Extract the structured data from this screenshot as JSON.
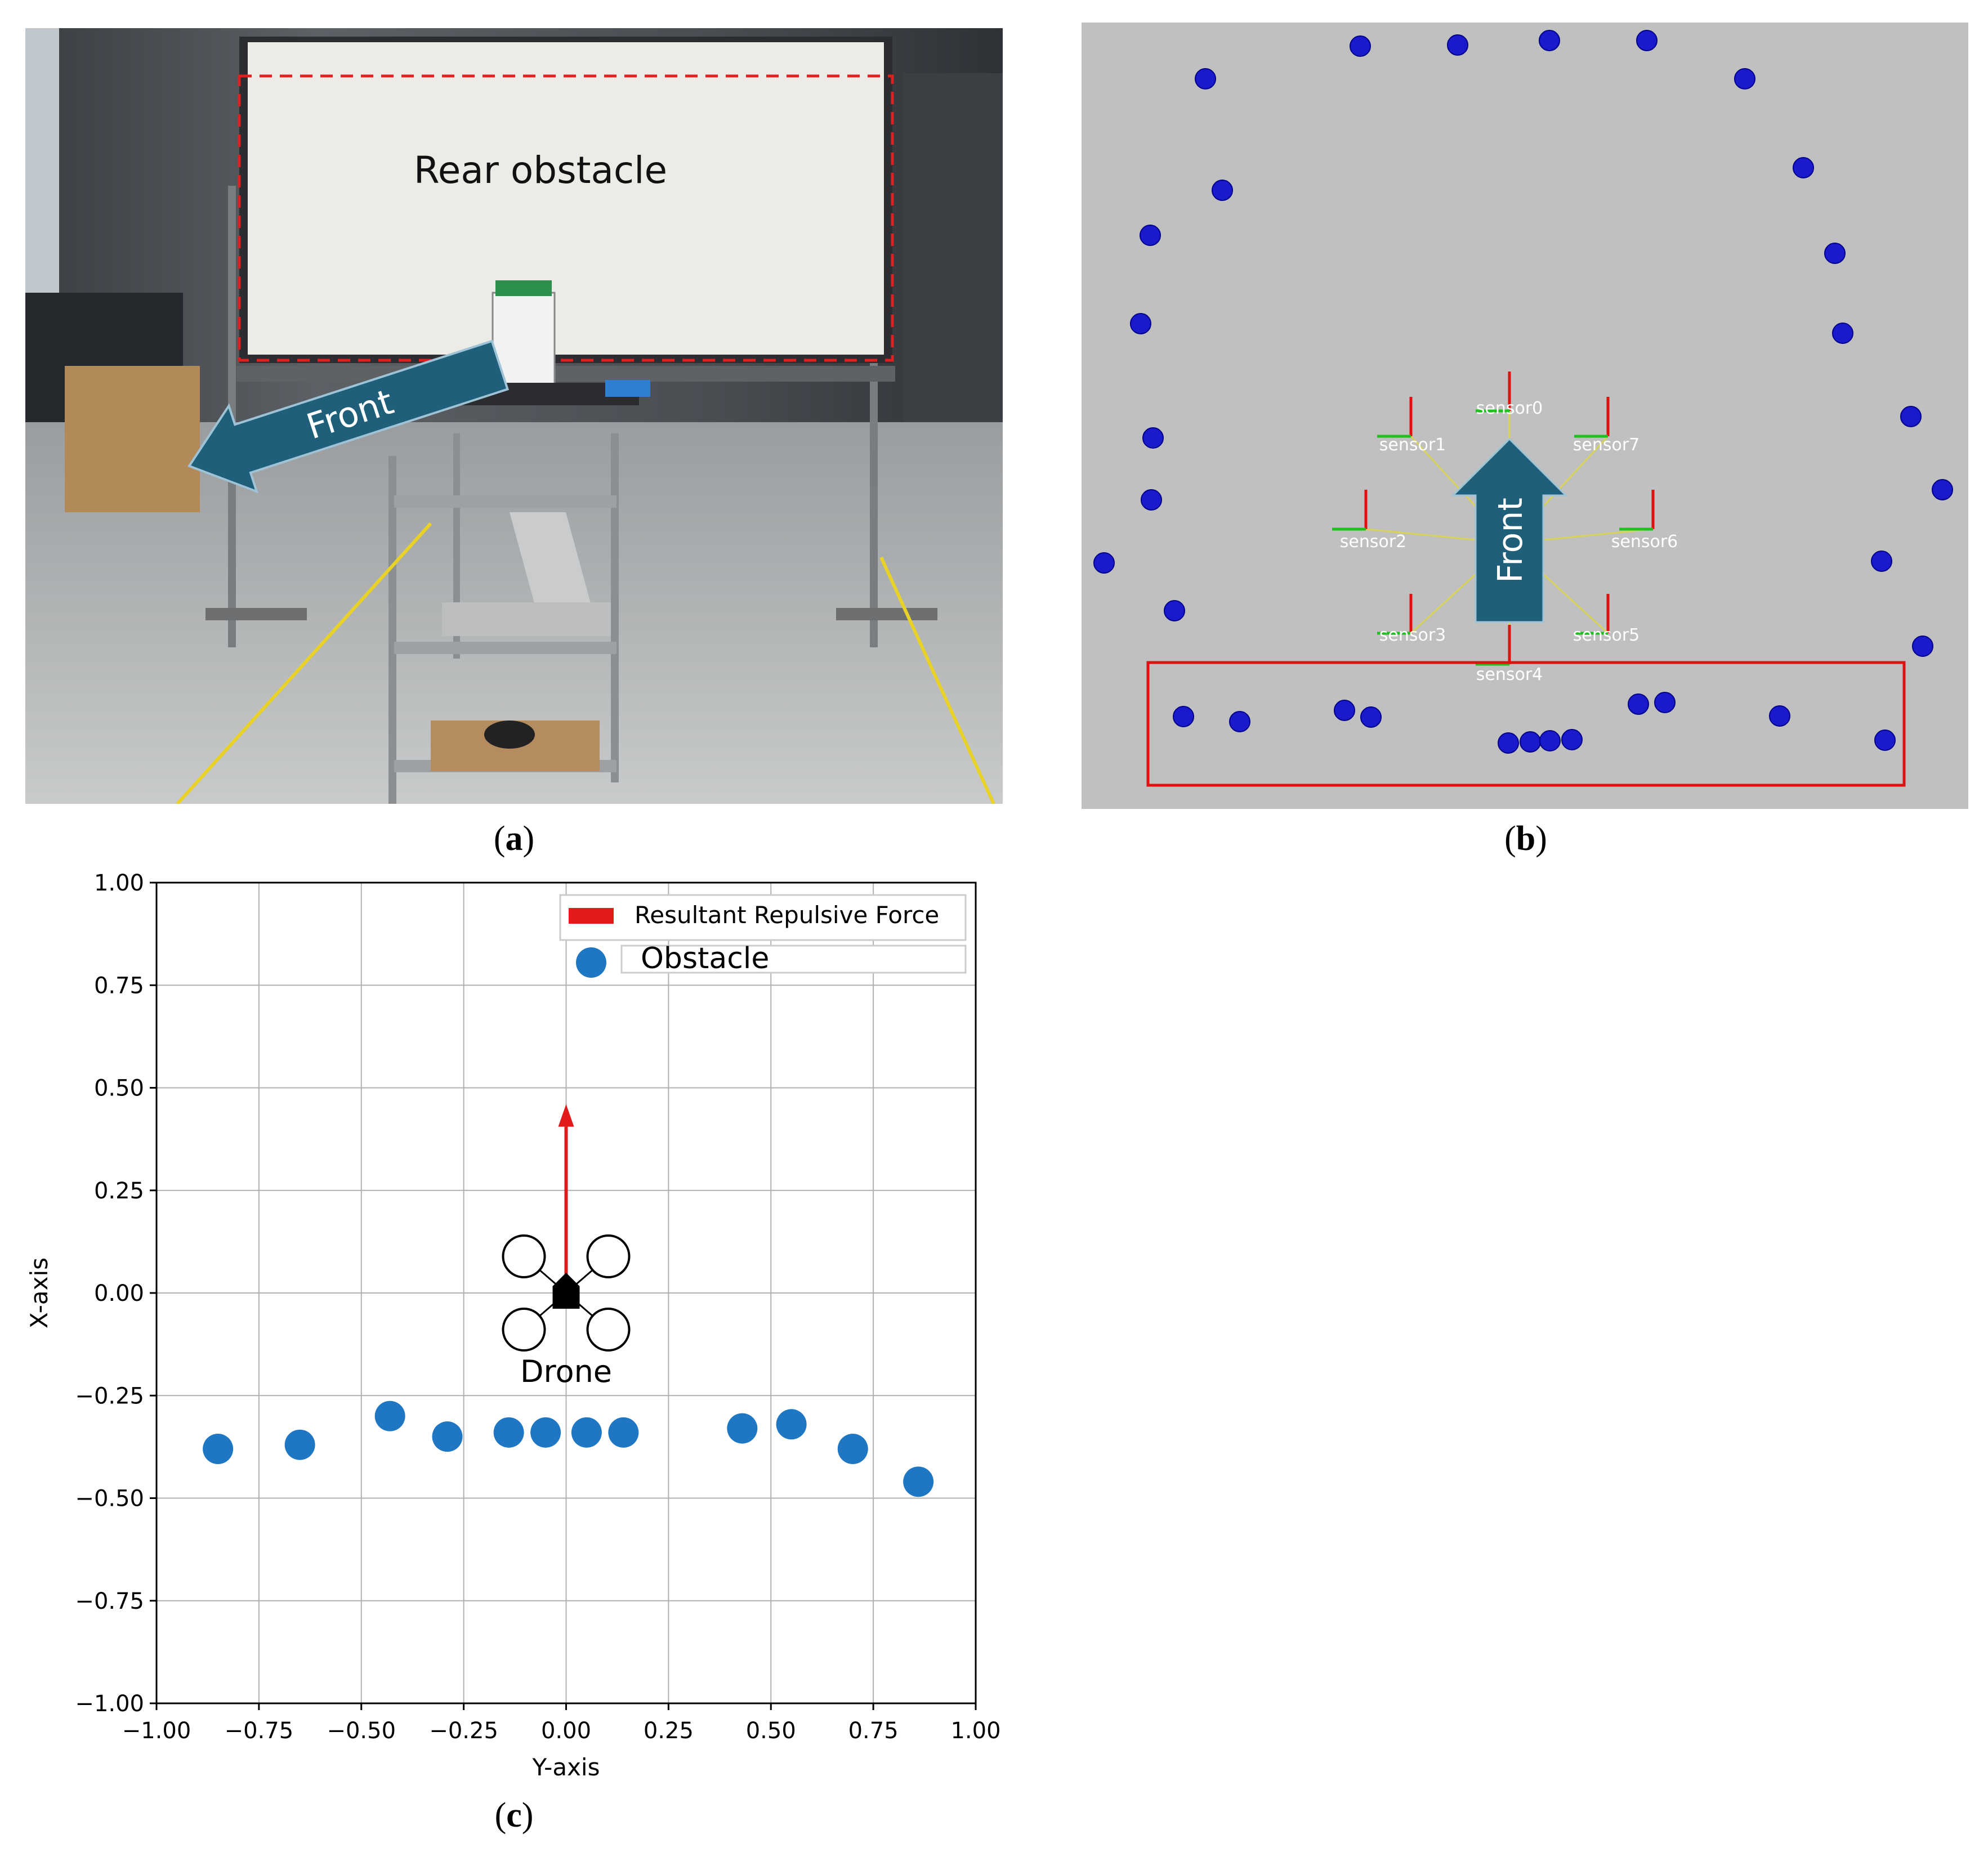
{
  "panel_a": {
    "caption_letter": "a",
    "photo_label": "Rear obstacle",
    "arrow_label": "Front",
    "colors": {
      "dashed_box": "#e02020",
      "arrow": "#1f5f7a"
    }
  },
  "panel_b": {
    "caption_letter": "b",
    "arrow_label": "Front",
    "sensors": [
      "sensor0",
      "sensor1",
      "sensor2",
      "sensor3",
      "sensor4",
      "sensor5",
      "sensor6",
      "sensor7"
    ],
    "colors": {
      "background": "#c0c0c0",
      "points": "#1a1acc",
      "highlight_box": "#e01010",
      "arrow": "#1f5f7a"
    }
  },
  "panel_c": {
    "caption_letter": "c",
    "drone_label": "Drone"
  },
  "chart_data": {
    "type": "scatter",
    "title": "",
    "xlabel": "Y-axis",
    "ylabel": "X-axis",
    "xlim": [
      -1.0,
      1.0
    ],
    "ylim": [
      -1.0,
      1.0
    ],
    "xticks": [
      "−1.00",
      "−0.75",
      "−0.50",
      "−0.25",
      "0.00",
      "0.25",
      "0.50",
      "0.75",
      "1.00"
    ],
    "yticks": [
      "−1.00",
      "−0.75",
      "−0.50",
      "−0.25",
      "0.00",
      "0.25",
      "0.50",
      "0.75",
      "1.00"
    ],
    "grid": true,
    "legend_position": "top-right",
    "series": [
      {
        "name": "Obstacle",
        "color": "#1f77c4",
        "x": [
          -0.85,
          -0.65,
          -0.43,
          -0.29,
          -0.14,
          -0.05,
          0.05,
          0.14,
          0.43,
          0.55,
          0.7,
          0.86
        ],
        "y": [
          -0.38,
          -0.37,
          -0.3,
          -0.35,
          -0.34,
          -0.34,
          -0.34,
          -0.34,
          -0.33,
          -0.32,
          -0.38,
          -0.46
        ]
      }
    ],
    "arrow": {
      "name": "Resultant Repulsive Force",
      "color": "#e31a1a",
      "from": [
        0.0,
        0.04
      ],
      "to": [
        0.0,
        0.46
      ]
    }
  }
}
